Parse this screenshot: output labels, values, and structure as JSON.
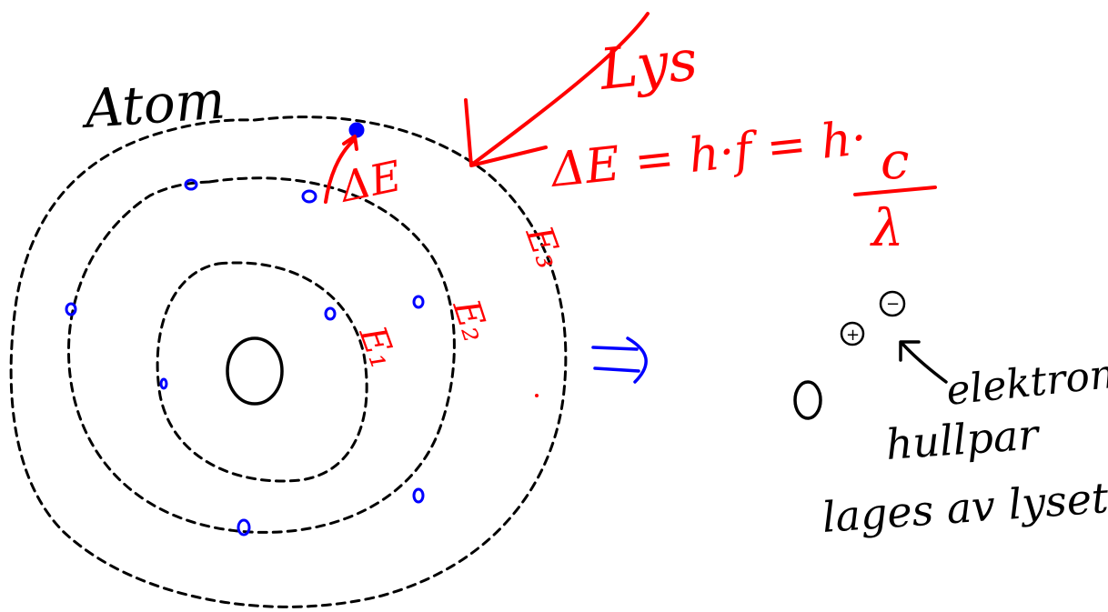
{
  "labels": {
    "atom": "Atom",
    "light": "Lys",
    "delta_e": "ΔE",
    "formula": "ΔE = h·f = h·",
    "formula_numerator": "c",
    "formula_denominator": "λ",
    "e1": "E₁",
    "e2": "E₂",
    "e3": "E₃",
    "plus_charge": "+",
    "minus_charge": "−",
    "caption_line1": "elektron-",
    "caption_line2": "hullpar",
    "caption_line3": "lages av lyset"
  },
  "colors": {
    "ink_black": "#000000",
    "ink_red": "#ff0000",
    "ink_blue": "#0000ff"
  },
  "icons": {
    "implies_arrow": "double-right-arrow",
    "light_arrow": "arrow-down-left"
  }
}
